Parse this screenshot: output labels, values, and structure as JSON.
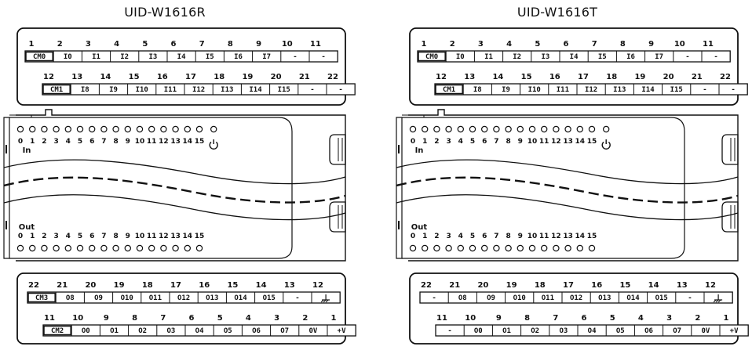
{
  "modules": [
    {
      "title": "UID-W1616R",
      "top_rows": [
        {
          "pins": [
            "1",
            "2",
            "3",
            "4",
            "5",
            "6",
            "7",
            "8",
            "9",
            "10",
            "11"
          ],
          "labels": [
            "CM0",
            "I0",
            "I1",
            "I2",
            "I3",
            "I4",
            "I5",
            "I6",
            "I7",
            "-",
            "-"
          ]
        },
        {
          "pins": [
            "12",
            "13",
            "14",
            "15",
            "16",
            "17",
            "18",
            "19",
            "20",
            "21",
            "22"
          ],
          "labels": [
            "CM1",
            "I8",
            "I9",
            "I10",
            "I11",
            "I12",
            "I13",
            "I14",
            "I15",
            "-",
            "-"
          ]
        }
      ],
      "bottom_rows": [
        {
          "pins": [
            "22",
            "21",
            "20",
            "19",
            "18",
            "17",
            "16",
            "15",
            "14",
            "13",
            "12"
          ],
          "labels": [
            "CM3",
            "O8",
            "O9",
            "O10",
            "O11",
            "O12",
            "O13",
            "O14",
            "O15",
            "-",
            "ground-icon"
          ]
        },
        {
          "pins": [
            "11",
            "10",
            "9",
            "8",
            "7",
            "6",
            "5",
            "4",
            "3",
            "2",
            "1"
          ],
          "labels": [
            "CM2",
            "O0",
            "O1",
            "O2",
            "O3",
            "O4",
            "O5",
            "O6",
            "O7",
            "0V",
            "+V"
          ]
        }
      ],
      "in_label": "In",
      "out_label": "Out",
      "in_leds": [
        "0",
        "1",
        "2",
        "3",
        "4",
        "5",
        "6",
        "7",
        "8",
        "9",
        "10",
        "11",
        "12",
        "13",
        "14",
        "15"
      ],
      "out_leds": [
        "0",
        "1",
        "2",
        "3",
        "4",
        "5",
        "6",
        "7",
        "8",
        "9",
        "10",
        "11",
        "12",
        "13",
        "14",
        "15"
      ],
      "power_icon": "power-icon"
    },
    {
      "title": "UID-W1616T",
      "top_rows": [
        {
          "pins": [
            "1",
            "2",
            "3",
            "4",
            "5",
            "6",
            "7",
            "8",
            "9",
            "10",
            "11"
          ],
          "labels": [
            "CM0",
            "I0",
            "I1",
            "I2",
            "I3",
            "I4",
            "I5",
            "I6",
            "I7",
            "-",
            "-"
          ]
        },
        {
          "pins": [
            "12",
            "13",
            "14",
            "15",
            "16",
            "17",
            "18",
            "19",
            "20",
            "21",
            "22"
          ],
          "labels": [
            "CM1",
            "I8",
            "I9",
            "I10",
            "I11",
            "I12",
            "I13",
            "I14",
            "I15",
            "-",
            "-"
          ]
        }
      ],
      "bottom_rows": [
        {
          "pins": [
            "22",
            "21",
            "20",
            "19",
            "18",
            "17",
            "16",
            "15",
            "14",
            "13",
            "12"
          ],
          "labels": [
            "-",
            "O8",
            "O9",
            "O10",
            "O11",
            "O12",
            "O13",
            "O14",
            "O15",
            "-",
            "ground-icon"
          ]
        },
        {
          "pins": [
            "11",
            "10",
            "9",
            "8",
            "7",
            "6",
            "5",
            "4",
            "3",
            "2",
            "1"
          ],
          "labels": [
            "-",
            "O0",
            "O1",
            "O2",
            "O3",
            "O4",
            "O5",
            "O6",
            "O7",
            "0V",
            "+V"
          ]
        }
      ],
      "in_label": "In",
      "out_label": "Out",
      "in_leds": [
        "0",
        "1",
        "2",
        "3",
        "4",
        "5",
        "6",
        "7",
        "8",
        "9",
        "10",
        "11",
        "12",
        "13",
        "14",
        "15"
      ],
      "out_leds": [
        "0",
        "1",
        "2",
        "3",
        "4",
        "5",
        "6",
        "7",
        "8",
        "9",
        "10",
        "11",
        "12",
        "13",
        "14",
        "15"
      ],
      "power_icon": "power-icon"
    }
  ],
  "colors": {
    "stroke": "#111111",
    "background": "#ffffff"
  }
}
